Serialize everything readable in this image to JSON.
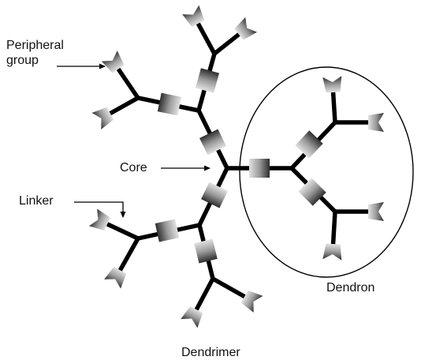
{
  "labels": {
    "peripheral_line1": "Peripheral",
    "peripheral_line2": "group",
    "core": "Core",
    "linker": "Linker",
    "dendron": "Dendron",
    "dendrimer": "Dendrimer"
  },
  "colors": {
    "bond": "#000000",
    "unit_light": "#d9d9d9",
    "unit_dark": "#3a3a3a",
    "text": "#111111"
  }
}
